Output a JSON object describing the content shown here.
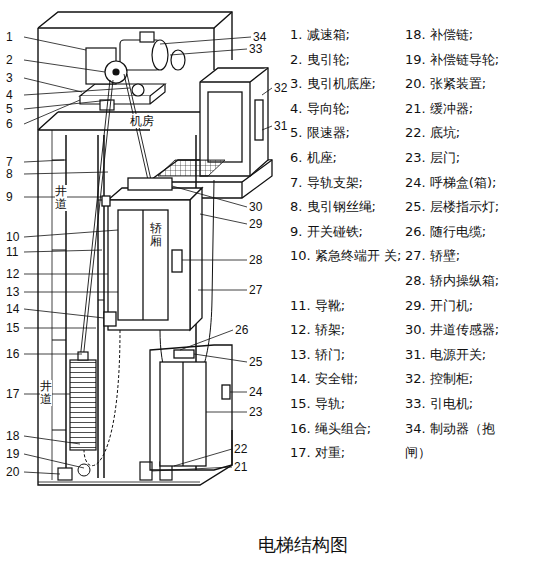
{
  "diagram": {
    "caption": "电梯结构图",
    "labels": [
      "1",
      "2",
      "3",
      "4",
      "5",
      "6",
      "7",
      "8",
      "9",
      "10",
      "11",
      "12",
      "13",
      "14",
      "15",
      "16",
      "17",
      "18",
      "19",
      "20",
      "21",
      "22",
      "23",
      "24",
      "25",
      "26",
      "27",
      "28",
      "29",
      "30",
      "31",
      "32",
      "33",
      "34",
      "1. 减速箱;",
      "2. 曳引轮;",
      "3. 曳引机底座;",
      "4. 导向轮;",
      "5. 限速器;",
      "6. 机座;",
      "7. 导轨支架;",
      "8. 曳引钢丝绳;",
      "9. 开关碰铁;",
      "10. 紧急终端开 关;",
      "11. 导靴;",
      "12. 轿架;",
      "13. 轿门;",
      "14. 安全钳;",
      "15. 导轨;",
      "16. 绳头组合;",
      "17. 对重;",
      "18. 补偿链;",
      "19. 补偿链导轮;",
      "20. 张紧装置;",
      "21. 缓冲器;",
      "22. 底坑;",
      "23. 层门;",
      "24. 呼梯盒(箱);",
      "25. 层楼指示灯;",
      "26. 随行电缆;",
      "27. 轿壁;",
      "28. 轿内操纵箱;",
      "29. 开门机;",
      "30. 井道传感器;",
      "31. 电源开关;",
      "32. 控制柜;",
      "33. 引电机;",
      "34. 制动器（抱 闸）",
      "井道",
      "井道",
      "机房",
      "轿厢"
    ]
  }
}
